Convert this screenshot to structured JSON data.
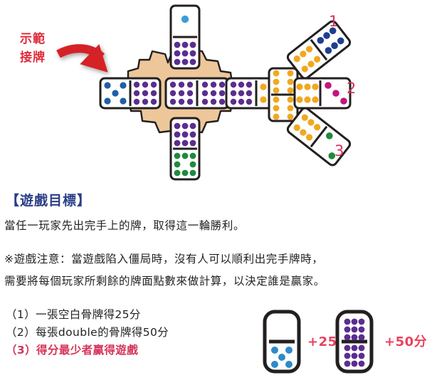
{
  "page": {
    "title": "多米諾骨牌遊戲說明",
    "background": "#ffffff"
  },
  "colors": {
    "heading_blue": "#2b3f86",
    "annotation_red": "#e02b3a",
    "branch_number_red": "#d6335a",
    "score_red": "#e8425f",
    "hub_fill": "#edc79a",
    "hub_stroke": "#231f20",
    "tile_fill": "#ffffff",
    "tile_stroke": "#231f20",
    "pip_purple": "#5b2d8e",
    "pip_blue": "#1f5fa8",
    "pip_cyan": "#3a9fd4",
    "pip_yellow": "#f0a81e",
    "pip_green": "#1f8a3c",
    "pip_magenta": "#c2157e"
  },
  "diagram": {
    "annotation": {
      "line1": "示範",
      "line2": "接牌",
      "arrow_icon": "curved-arrow-icon"
    },
    "branch_labels": [
      {
        "id": "1",
        "text": "1"
      },
      {
        "id": "2",
        "text": "2"
      },
      {
        "id": "3",
        "text": "3"
      }
    ],
    "hub": {
      "name": "center-hub",
      "shape": "gear-rosette"
    },
    "tiles": [
      {
        "name": "tile-top",
        "orientation": "vertical",
        "top_pips": 1,
        "top_color": "#3a9fd4",
        "bottom_pips": 9,
        "bottom_color": "#5b2d8e"
      },
      {
        "name": "tile-left",
        "orientation": "horizontal",
        "left_pips": 5,
        "left_color": "#1f5fa8",
        "right_pips": 9,
        "right_color": "#5b2d8e"
      },
      {
        "name": "tile-center",
        "orientation": "horizontal",
        "left_pips": 9,
        "left_color": "#5b2d8e",
        "right_pips": 9,
        "right_color": "#5b2d8e"
      },
      {
        "name": "tile-bottom",
        "orientation": "vertical",
        "top_pips": 9,
        "top_color": "#5b2d8e",
        "bottom_pips": 8,
        "bottom_color": "#1f8a3c"
      },
      {
        "name": "tile-right-inner",
        "orientation": "horizontal",
        "left_pips": 9,
        "left_color": "#5b2d8e",
        "right_pips": 6,
        "right_color": "#f0a81e"
      },
      {
        "name": "tile-junction",
        "orientation": "vertical",
        "top_pips": 6,
        "top_color": "#f0a81e",
        "bottom_pips": 6,
        "bottom_color": "#f0a81e"
      },
      {
        "name": "tile-branch-1",
        "orientation": "diagonal-up",
        "left_pips": 6,
        "left_color": "#f0a81e",
        "right_pips": 6,
        "right_color": "#1f3f8e"
      },
      {
        "name": "tile-branch-2",
        "orientation": "horizontal",
        "left_pips": 6,
        "left_color": "#f0a81e",
        "right_pips": 3,
        "right_color": "#c2157e"
      },
      {
        "name": "tile-branch-3",
        "orientation": "diagonal-down",
        "left_pips": 6,
        "left_color": "#f0a81e",
        "right_pips": 2,
        "right_color": "#1f8a3c"
      }
    ]
  },
  "content": {
    "heading": "【遊戲目標】",
    "goal_text": "當任一玩家先出完手上的牌，取得這一輪勝利。",
    "note_line1": "※遊戲注意：當遊戲陷入僵局時，沒有人可以順利出完手牌時，",
    "note_line2": "需要將每個玩家所剩餘的牌面點數來做計算，以決定誰是贏家。",
    "rules": [
      {
        "num": "（1）",
        "text": "一張空白骨牌得25分"
      },
      {
        "num": "（2）",
        "text": "每張double的骨牌得50分"
      },
      {
        "num": "（3）",
        "text": "得分最少者贏得遊戲"
      }
    ],
    "examples": [
      {
        "name": "blank-five-tile",
        "top_pips": 0,
        "bottom_pips": 5,
        "pip_color": "#2e8bc9",
        "score_label": "+25分"
      },
      {
        "name": "double-nine-tile",
        "top_pips": 9,
        "bottom_pips": 9,
        "pip_color": "#5b2d8e",
        "score_label": "+50分"
      }
    ]
  }
}
